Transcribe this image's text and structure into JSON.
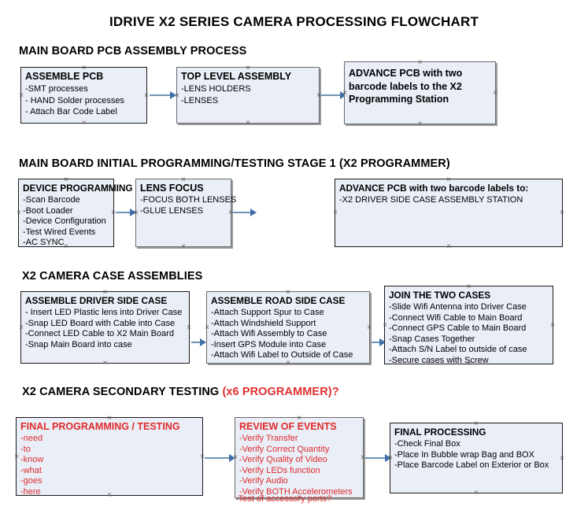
{
  "document": {
    "title": "IDRIVE X2  SERIES CAMERA PROCESSING FLOWCHART"
  },
  "sections": [
    {
      "heading": "MAIN BOARD PCB ASSEMBLY PROCESS",
      "heading_accent": "",
      "nodes": [
        {
          "title": "ASSEMBLE PCB",
          "lines": [
            "-SMT processes",
            "- HAND Solder processes",
            "- Attach Bar Code Label"
          ]
        },
        {
          "title": "TOP LEVEL ASSEMBLY",
          "lines": [
            "-LENS HOLDERS",
            "-LENSES"
          ]
        },
        {
          "title": "ADVANCE PCB with two barcode labels to the  X2 Programming Station",
          "lines": []
        }
      ]
    },
    {
      "heading": "MAIN BOARD INITIAL PROGRAMMING/TESTING STAGE 1 (X2 PROGRAMMER)",
      "heading_accent": "",
      "nodes": [
        {
          "title": "DEVICE PROGRAMMING",
          "lines": [
            "-Scan Barcode",
            "-Boot Loader",
            "-Device Configuration",
            "-Test Wired Events",
            "-AC SYNC"
          ]
        },
        {
          "title": "LENS FOCUS",
          "lines": [
            "-FOCUS BOTH LENSES",
            "-GLUE LENSES"
          ]
        },
        {
          "title": "ADVANCE PCB with two barcode labels to:",
          "lines": [
            "-X2 DRIVER  SIDE  CASE  ASSEMBLY STATION"
          ]
        }
      ]
    },
    {
      "heading": "X2 CAMERA CASE ASSEMBLIES",
      "heading_accent": "",
      "nodes": [
        {
          "title": "ASSEMBLE DRIVER SIDE CASE",
          "lines": [
            "- Insert LED Plastic lens into Driver Case",
            "-Snap LED Board with Cable into Case",
            "-Connect LED Cable to X2 Main Board",
            "-Snap Main Board into case"
          ]
        },
        {
          "title": "ASSEMBLE ROAD SIDE CASE",
          "lines": [
            "-Attach Support Spur to Case",
            "-Attach Windshield Support",
            "-Attach Wifi Assembly to Case",
            "-Insert GPS Module into Case",
            "-Attach Wifi Label to Outside of Case"
          ]
        },
        {
          "title": "JOIN THE TWO CASES",
          "lines": [
            "-Slide Wifi Antenna into Driver Case",
            "-Connect Wifi Cable to Main Board",
            "-Connect GPS Cable to Main Board",
            "-Snap Cases Together",
            "-Attach S/N Label to outside of case",
            "-Secure cases with Screw"
          ]
        }
      ]
    },
    {
      "heading": "X2 CAMERA SECONDARY TESTING ",
      "heading_accent": "(x6 PROGRAMMER)?",
      "nodes": [
        {
          "title": "FINAL PROGRAMMING / TESTING",
          "lines": [
            "-need",
            "-to",
            "-know",
            "-what",
            "-goes",
            "-here"
          ]
        },
        {
          "title": "REVIEW OF EVENTS",
          "lines": [
            "-Verify Transfer",
            "-Verify Correct Quantity",
            "-Verify Quality of Video",
            "-Verify LEDs function",
            "-Verify Audio",
            "-Verify BOTH Accelerometers"
          ],
          "overflow_line": "-Test of accessory ports?"
        },
        {
          "title": "FINAL PROCESSING",
          "lines": [
            " -Check Final Box",
            "-Place In Bubble wrap Bag and BOX",
            "-Place Barcode Label on Exterior or Box"
          ]
        }
      ]
    }
  ],
  "colors": {
    "node_fill": "#e9eef7",
    "node_border": "#1a1a1a",
    "connector": "#6f93b8",
    "arrowhead": "#3f6fa8",
    "accent_red": "#e02b2b",
    "text": "#000000",
    "background": "#ffffff"
  }
}
